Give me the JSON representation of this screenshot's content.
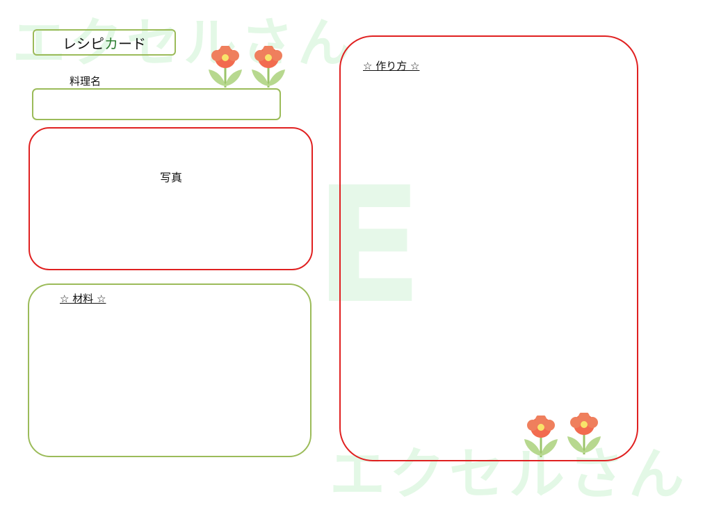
{
  "watermark": {
    "text": "エクセルさん",
    "letter": "E"
  },
  "card": {
    "title_parts": [
      "レシピ",
      "カ",
      "ード"
    ],
    "name_label": "料理名",
    "photo_label": "写真",
    "ingredients_label": "☆ 材料 ☆",
    "steps_label": "☆ 作り方 ☆"
  },
  "colors": {
    "red_frame": "#e02020",
    "green_frame": "#9bbb59",
    "watermark": "#e3f8e6",
    "flower_petal": "#f26b4f",
    "flower_leaf": "#b7d88f"
  },
  "icons": [
    "flower-icon"
  ]
}
